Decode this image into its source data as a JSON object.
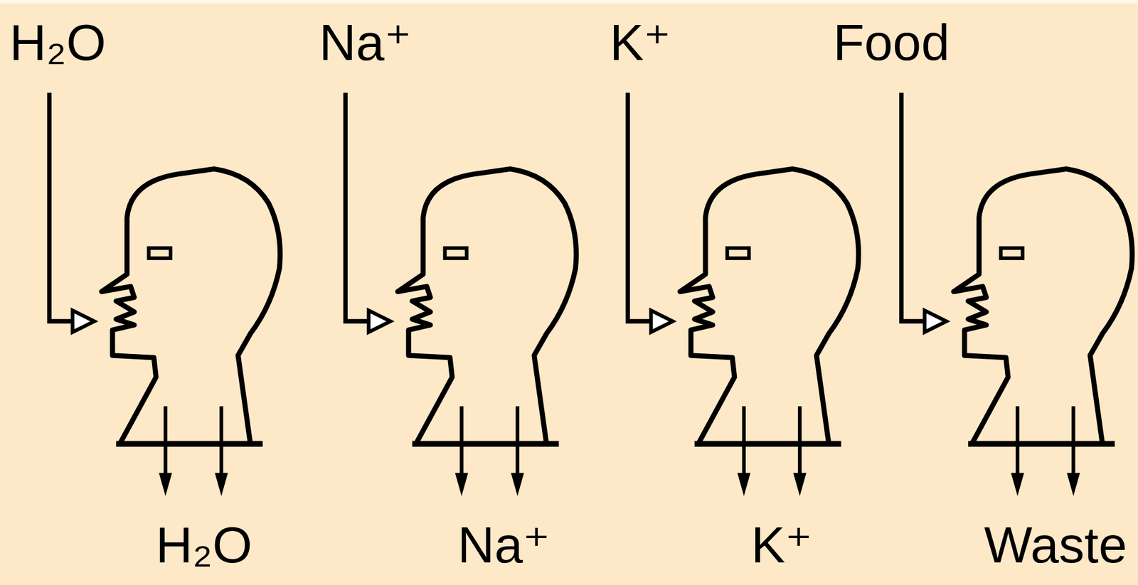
{
  "diagram": {
    "labels": [
      "H₂O",
      "Na⁺",
      "K⁺",
      "Food",
      "H₂O",
      "Na⁺",
      "K⁺",
      "Waste"
    ]
  }
}
